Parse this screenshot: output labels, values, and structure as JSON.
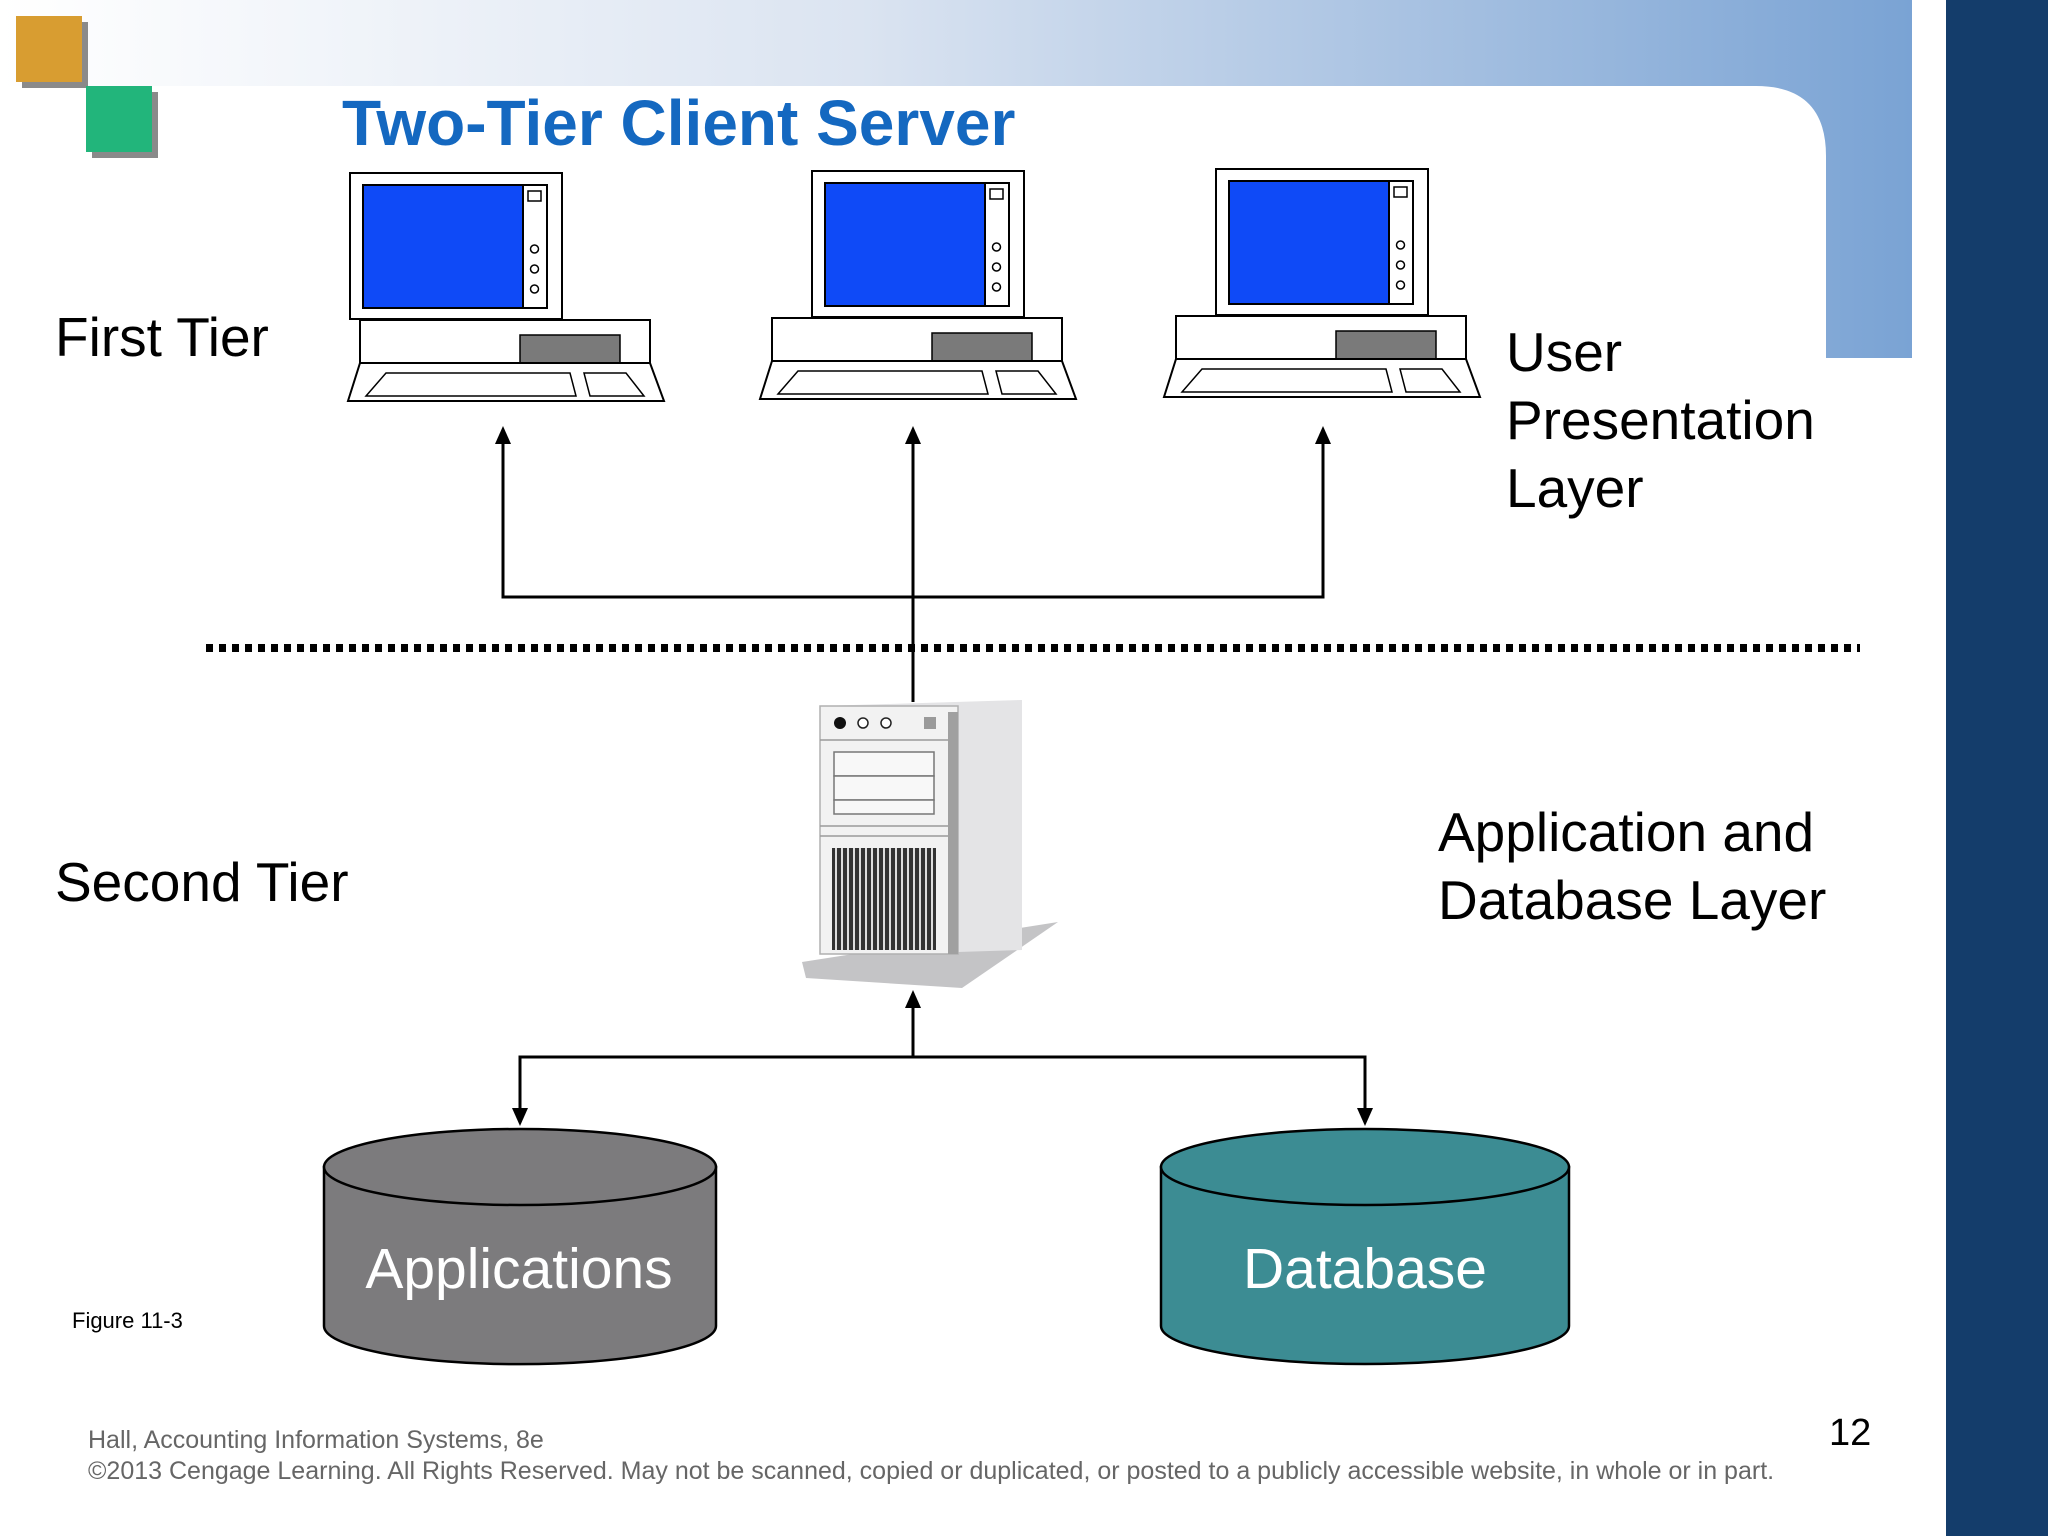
{
  "slide": {
    "title": "Two-Tier Client Server",
    "first_tier_label": "First Tier",
    "second_tier_label": "Second Tier",
    "user_layer_label": [
      "User",
      "Presentation",
      "Layer"
    ],
    "app_layer_label": [
      "Application and",
      "Database Layer"
    ],
    "figure_label": "Figure 11-3",
    "page_number": "12"
  },
  "storage": {
    "applications_label": "Applications",
    "database_label": "Database"
  },
  "footer": {
    "source": "Hall, Accounting Information Systems, 8e",
    "copyright": "©2013 Cengage Learning. All Rights Reserved. May not be scanned, copied or duplicated, or posted to a publicly accessible website, in whole or in part."
  },
  "colors": {
    "title_blue": "#1468c0",
    "monitor_screen": "#0f4af7",
    "applications_fill": "#7c7b7d",
    "database_fill": "#3c8c93",
    "right_band": "#143d6b",
    "deco_orange": "#d89d31",
    "deco_green": "#22b57b"
  }
}
